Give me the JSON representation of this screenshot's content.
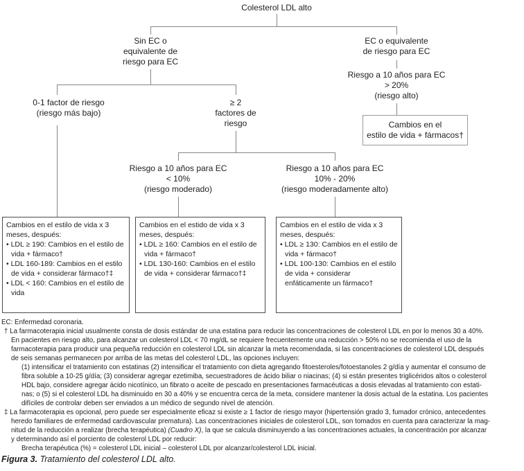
{
  "diagram": {
    "title": "Colesterol LDL alto",
    "nodes": {
      "sin_ec": "Sin EC o\nequivalente de\nriesgo para EC",
      "ec": "EC o equivalente\nde riesgo para EC",
      "riesgo_alto": "Riesgo a 10 años para EC\n> 20%\n(riesgo alto)",
      "f01": "0-1 factor de riesgo\n(riesgo más bajo)",
      "f2": "≥ 2\nfactores de\nriesgo",
      "riesgo_moderado": "Riesgo a 10 años para EC\n< 10%\n(riesgo moderado)",
      "riesgo_mod_alto": "Riesgo a 10 años para EC\n10% - 20%\n(riesgo moderadamente alto)",
      "box_farmacos": "Cambios en el\nestilo de vida + fármacos†"
    },
    "boxes": {
      "left": {
        "intro": "Cambios en el estilo de vida x 3 meses, después:",
        "bullets": [
          "LDL ≥ 190: Cambios en el estilo de vida + fármaco†",
          "LDL 160-189: Cambios en el estilo de vida + considerar fármaco†‡",
          "LDL < 160: Cambios en el estilo de vida"
        ]
      },
      "middle": {
        "intro": "Cambios en el estido de vida x 3 meses, después:",
        "bullets": [
          "LDL ≥ 160: Cambios en el estilo de vida + fármaco†",
          "LDL 130-160: Cambios en el estilo de vida + considerar fármaco†‡"
        ]
      },
      "right": {
        "intro": "Cambios en el estilo de vida x 3 meses, después:",
        "bullets": [
          "LDL ≥ 130: Cambios en el estilo de vida + fármaco†",
          "LDL 100-130: Cambios en el estilo de vida + considerar enfáticamente un fármaco†"
        ]
      }
    },
    "line_color": "#858585",
    "box_border_dark": "#4a4a4a",
    "box_border_light": "#9a9a9a"
  },
  "footnotes": {
    "lines": [
      {
        "indent": "0",
        "text": "EC: Enfermedad coronaria."
      },
      {
        "indent": "m",
        "text": "†  La farmacoterapia inicial usualmente consta de dosis estándar de una estatina para reducir las concentraciones de colesterol LDL en por lo menos 30 a 40%."
      },
      {
        "indent": "1",
        "text": "En pacientes en riesgo alto, para alcanzar un colesterol LDL < 70 mg/dL se requiere frecuentemente una reducción > 50% no se recomienda el uso de la"
      },
      {
        "indent": "1",
        "text": "farmacoterapia para producir una pequeña reducción en colesterol LDL sin alcanzar la meta recomendada, si las concentraciones de colesterol LDL después"
      },
      {
        "indent": "1",
        "text": "de seis semanas permanecen por arriba de las metas del colesterol LDL, las opciones incluyen:"
      },
      {
        "indent": "2",
        "text": "(1) intensificar el tratamiento con estatinas (2) intensificar el tratamiento con dieta agregando fitoesteroles/fotoestanoles 2 g/día y aumentar el consumo de"
      },
      {
        "indent": "2",
        "text": "fibra soluble a 10-25 g/día; (3) considerar agregar ezetimiba, secuestradores de ácido biliar o niacinas; (4) si están presentes triglicéridos altos o colesterol"
      },
      {
        "indent": "2",
        "text": "HDL bajo, considere agregar ácido nicotínico, un fibrato o aceite de pescado en presentaciones farmacéuticas a dosis elevadas al tratamiento con estati-"
      },
      {
        "indent": "2",
        "text": "nas; o (5) si el colesterol LDL ha disminuido en 30 a 40% y se encuentra cerca de la meta, considere mantener la dosis actual de la estatina. Los pacientes"
      },
      {
        "indent": "2",
        "text": "difíciles de controlar deben ser enviados a un médico de segundo nivel de atención."
      },
      {
        "indent": "m",
        "text": "‡  La farmacoterapia es opcional, pero puede ser especialmente eficaz si existe ≥ 1 factor de riesgo mayor (hipertensión grado 3, fumador crónico, antecedentes"
      },
      {
        "indent": "1",
        "text": "heredo familiares de enfermedad cardiovascular prematura). Las concentraciones iniciales de colesterol LDL, son tomados en cuenta para caracterizar la mag-"
      },
      {
        "indent": "1",
        "parts": [
          {
            "text": "nitud de la reducción a realizar (brecha terapéutica) "
          },
          {
            "text": "(Cuadro X)",
            "italic": true
          },
          {
            "text": ", la que se calcula disminuyendo a las concentraciones actuales, la concentración por alcanzar"
          }
        ]
      },
      {
        "indent": "1",
        "text": "y determinando así el porciento de colesterol LDL por reducir:"
      },
      {
        "indent": "2",
        "text": "Brecha terapéutica (%) = colesterol LDL inicial – colesterol LDL por alcanzar/colesterol LDL inicial."
      }
    ]
  },
  "caption": {
    "label": "Figura 3.",
    "text": " Tratamiento del colesterol LDL alto."
  }
}
